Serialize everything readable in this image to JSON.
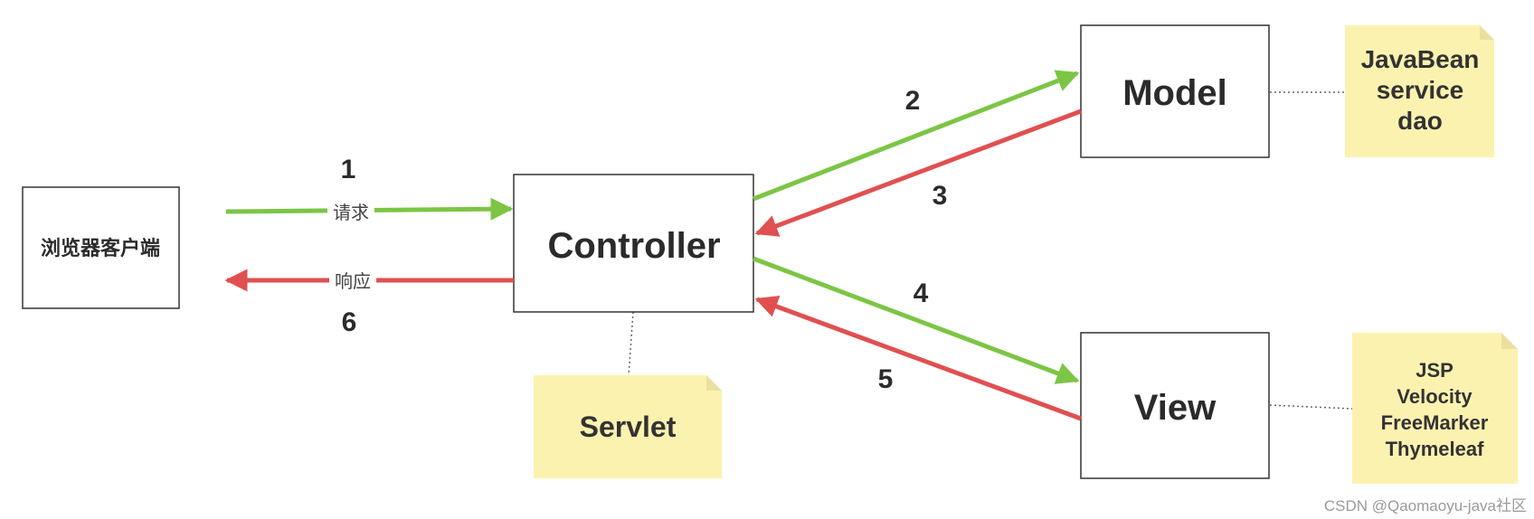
{
  "colors": {
    "request_arrow": "#7cc545",
    "response_arrow": "#e05050",
    "note_fill": "#fcf2b0",
    "note_fold": "#ece0a0",
    "box_border": "#333333",
    "connector": "#666666"
  },
  "boxes": {
    "browser": "浏览器客户端",
    "controller": "Controller",
    "model": "Model",
    "view": "View"
  },
  "notes": {
    "model": [
      "JavaBean",
      "service",
      "dao"
    ],
    "controller": [
      "Servlet"
    ],
    "view": [
      "JSP",
      "Velocity",
      "FreeMarker",
      "Thymeleaf"
    ]
  },
  "arrows": {
    "request": {
      "label": "请求",
      "step": "1"
    },
    "response": {
      "label": "响应",
      "step": "6"
    },
    "to_model": {
      "step": "2"
    },
    "from_model": {
      "step": "3"
    },
    "to_view": {
      "step": "4"
    },
    "from_view": {
      "step": "5"
    }
  },
  "watermark": "CSDN @Qaomaoyu-java社区"
}
